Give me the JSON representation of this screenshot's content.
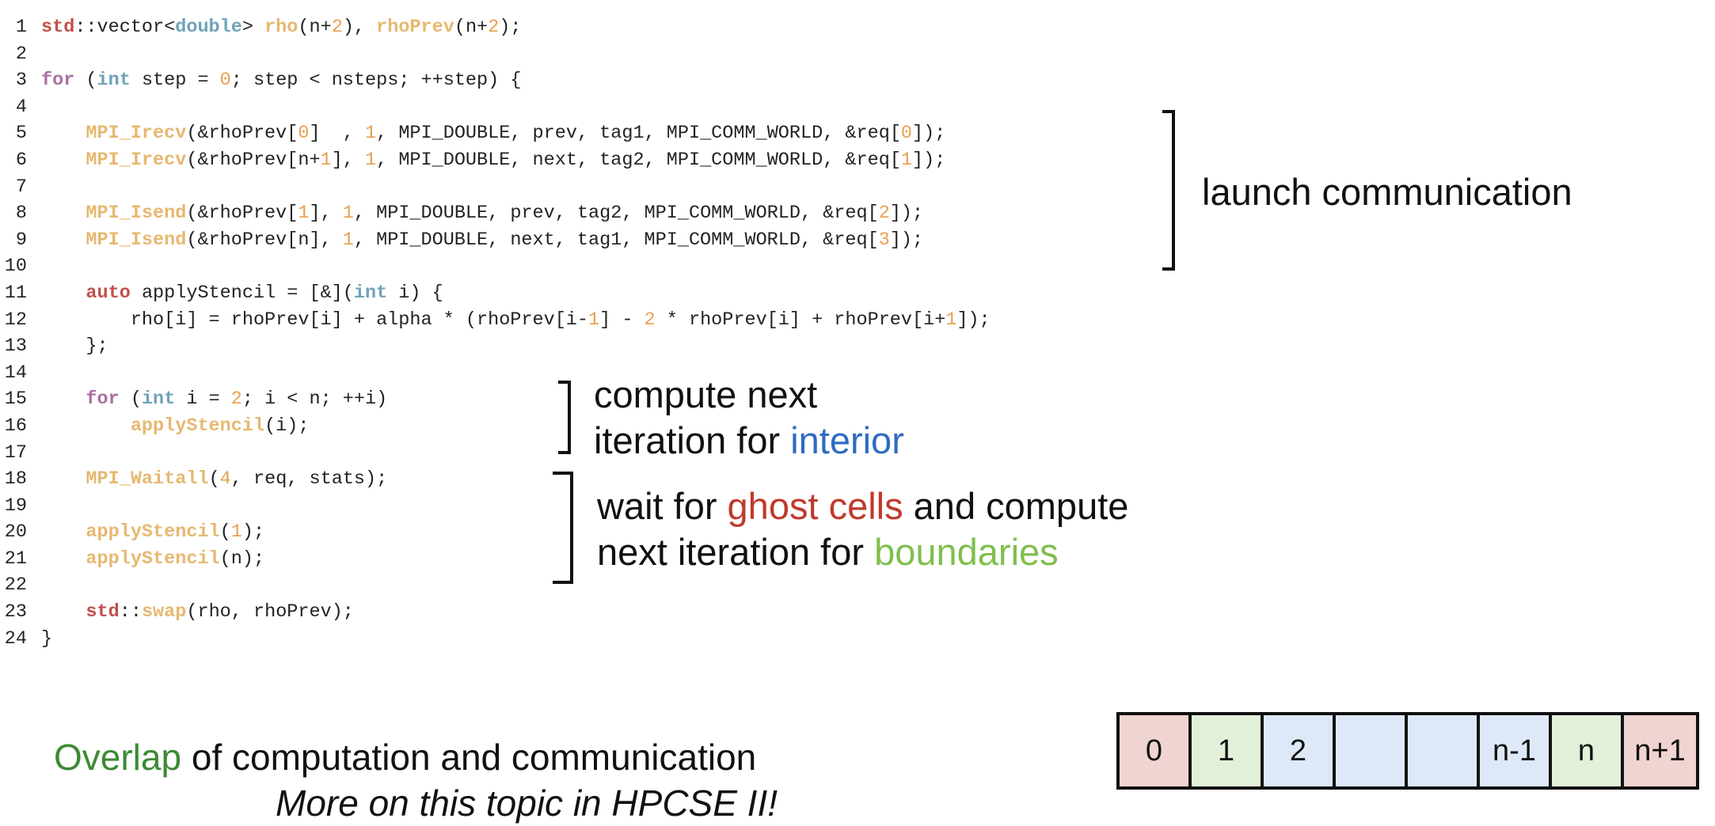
{
  "colors": {
    "type": "#c0504d",
    "builtin_type": "#6fa3b8",
    "keyword": "#a970a3",
    "function": "#e6b870",
    "number": "#e8a04e",
    "text": "#222222",
    "interior": "#2e6bc2",
    "ghost": "#c0392b",
    "boundary": "#7fbf4e",
    "overlap": "#3c8a34",
    "cell_ghost": "#f0d4d1",
    "cell_boundary": "#e3f0d9",
    "cell_interior": "#dde9f8"
  },
  "code_lines": [
    {
      "n": "1",
      "tokens": [
        {
          "t": "std",
          "c": "type"
        },
        {
          "t": "::vector<",
          "c": "text"
        },
        {
          "t": "double",
          "c": "builtin_type"
        },
        {
          "t": "> ",
          "c": "text"
        },
        {
          "t": "rho",
          "c": "function"
        },
        {
          "t": "(n+",
          "c": "text"
        },
        {
          "t": "2",
          "c": "number"
        },
        {
          "t": "), ",
          "c": "text"
        },
        {
          "t": "rhoPrev",
          "c": "function"
        },
        {
          "t": "(n+",
          "c": "text"
        },
        {
          "t": "2",
          "c": "number"
        },
        {
          "t": ");",
          "c": "text"
        }
      ]
    },
    {
      "n": "2",
      "tokens": []
    },
    {
      "n": "3",
      "tokens": [
        {
          "t": "for",
          "c": "keyword"
        },
        {
          "t": " (",
          "c": "text"
        },
        {
          "t": "int",
          "c": "builtin_type"
        },
        {
          "t": " step = ",
          "c": "text"
        },
        {
          "t": "0",
          "c": "number"
        },
        {
          "t": "; step < nsteps; ++step) {",
          "c": "text"
        }
      ]
    },
    {
      "n": "4",
      "tokens": []
    },
    {
      "n": "5",
      "tokens": [
        {
          "t": "    ",
          "c": "text"
        },
        {
          "t": "MPI_Irecv",
          "c": "function"
        },
        {
          "t": "(&rhoPrev[",
          "c": "text"
        },
        {
          "t": "0",
          "c": "number"
        },
        {
          "t": "]  , ",
          "c": "text"
        },
        {
          "t": "1",
          "c": "number"
        },
        {
          "t": ", MPI_DOUBLE, prev, tag1, MPI_COMM_WORLD, &req[",
          "c": "text"
        },
        {
          "t": "0",
          "c": "number"
        },
        {
          "t": "]);",
          "c": "text"
        }
      ]
    },
    {
      "n": "6",
      "tokens": [
        {
          "t": "    ",
          "c": "text"
        },
        {
          "t": "MPI_Irecv",
          "c": "function"
        },
        {
          "t": "(&rhoPrev[n+",
          "c": "text"
        },
        {
          "t": "1",
          "c": "number"
        },
        {
          "t": "], ",
          "c": "text"
        },
        {
          "t": "1",
          "c": "number"
        },
        {
          "t": ", MPI_DOUBLE, next, tag2, MPI_COMM_WORLD, &req[",
          "c": "text"
        },
        {
          "t": "1",
          "c": "number"
        },
        {
          "t": "]);",
          "c": "text"
        }
      ]
    },
    {
      "n": "7",
      "tokens": []
    },
    {
      "n": "8",
      "tokens": [
        {
          "t": "    ",
          "c": "text"
        },
        {
          "t": "MPI_Isend",
          "c": "function"
        },
        {
          "t": "(&rhoPrev[",
          "c": "text"
        },
        {
          "t": "1",
          "c": "number"
        },
        {
          "t": "], ",
          "c": "text"
        },
        {
          "t": "1",
          "c": "number"
        },
        {
          "t": ", MPI_DOUBLE, prev, tag2, MPI_COMM_WORLD, &req[",
          "c": "text"
        },
        {
          "t": "2",
          "c": "number"
        },
        {
          "t": "]);",
          "c": "text"
        }
      ]
    },
    {
      "n": "9",
      "tokens": [
        {
          "t": "    ",
          "c": "text"
        },
        {
          "t": "MPI_Isend",
          "c": "function"
        },
        {
          "t": "(&rhoPrev[n], ",
          "c": "text"
        },
        {
          "t": "1",
          "c": "number"
        },
        {
          "t": ", MPI_DOUBLE, next, tag1, MPI_COMM_WORLD, &req[",
          "c": "text"
        },
        {
          "t": "3",
          "c": "number"
        },
        {
          "t": "]);",
          "c": "text"
        }
      ]
    },
    {
      "n": "10",
      "tokens": []
    },
    {
      "n": "11",
      "tokens": [
        {
          "t": "    ",
          "c": "text"
        },
        {
          "t": "auto",
          "c": "type"
        },
        {
          "t": " applyStencil = [&](",
          "c": "text"
        },
        {
          "t": "int",
          "c": "builtin_type"
        },
        {
          "t": " i) {",
          "c": "text"
        }
      ]
    },
    {
      "n": "12",
      "tokens": [
        {
          "t": "        rho[i] = rhoPrev[i] + alpha * (rhoPrev[i-",
          "c": "text"
        },
        {
          "t": "1",
          "c": "number"
        },
        {
          "t": "] - ",
          "c": "text"
        },
        {
          "t": "2",
          "c": "number"
        },
        {
          "t": " * rhoPrev[i] + rhoPrev[i+",
          "c": "text"
        },
        {
          "t": "1",
          "c": "number"
        },
        {
          "t": "]);",
          "c": "text"
        }
      ]
    },
    {
      "n": "13",
      "tokens": [
        {
          "t": "    };",
          "c": "text"
        }
      ]
    },
    {
      "n": "14",
      "tokens": []
    },
    {
      "n": "15",
      "tokens": [
        {
          "t": "    ",
          "c": "text"
        },
        {
          "t": "for",
          "c": "keyword"
        },
        {
          "t": " (",
          "c": "text"
        },
        {
          "t": "int",
          "c": "builtin_type"
        },
        {
          "t": " i = ",
          "c": "text"
        },
        {
          "t": "2",
          "c": "number"
        },
        {
          "t": "; i < n; ++i)",
          "c": "text"
        }
      ]
    },
    {
      "n": "16",
      "tokens": [
        {
          "t": "        ",
          "c": "text"
        },
        {
          "t": "applyStencil",
          "c": "function"
        },
        {
          "t": "(i);",
          "c": "text"
        }
      ]
    },
    {
      "n": "17",
      "tokens": []
    },
    {
      "n": "18",
      "tokens": [
        {
          "t": "    ",
          "c": "text"
        },
        {
          "t": "MPI_Waitall",
          "c": "function"
        },
        {
          "t": "(",
          "c": "text"
        },
        {
          "t": "4",
          "c": "number"
        },
        {
          "t": ", req, stats);",
          "c": "text"
        }
      ]
    },
    {
      "n": "19",
      "tokens": []
    },
    {
      "n": "20",
      "tokens": [
        {
          "t": "    ",
          "c": "text"
        },
        {
          "t": "applyStencil",
          "c": "function"
        },
        {
          "t": "(",
          "c": "text"
        },
        {
          "t": "1",
          "c": "number"
        },
        {
          "t": ");",
          "c": "text"
        }
      ]
    },
    {
      "n": "21",
      "tokens": [
        {
          "t": "    ",
          "c": "text"
        },
        {
          "t": "applyStencil",
          "c": "function"
        },
        {
          "t": "(n);",
          "c": "text"
        }
      ]
    },
    {
      "n": "22",
      "tokens": []
    },
    {
      "n": "23",
      "tokens": [
        {
          "t": "    ",
          "c": "text"
        },
        {
          "t": "std",
          "c": "type"
        },
        {
          "t": "::",
          "c": "text"
        },
        {
          "t": "swap",
          "c": "function"
        },
        {
          "t": "(rho, rhoPrev);",
          "c": "text"
        }
      ]
    },
    {
      "n": "24",
      "tokens": [
        {
          "t": "}",
          "c": "text"
        }
      ]
    }
  ],
  "annotations": {
    "launch": "launch communication",
    "compute_line1": "compute next",
    "compute_line2_prefix": "iteration for ",
    "compute_line2_highlight": "interior",
    "wait_line1_prefix": "wait for ",
    "wait_line1_highlight": "ghost cells",
    "wait_line1_suffix": " and compute",
    "wait_line2_prefix": "next iteration for ",
    "wait_line2_highlight": "boundaries"
  },
  "footer": {
    "overlap_highlight": "Overlap",
    "overlap_rest": " of computation and communication",
    "more": "More on this topic in HPCSE II!"
  },
  "array_cells": [
    {
      "label": "0",
      "kind": "cell_ghost"
    },
    {
      "label": "1",
      "kind": "cell_boundary"
    },
    {
      "label": "2",
      "kind": "cell_interior"
    },
    {
      "label": "",
      "kind": "cell_interior"
    },
    {
      "label": "",
      "kind": "cell_interior"
    },
    {
      "label": "n-1",
      "kind": "cell_interior"
    },
    {
      "label": "n",
      "kind": "cell_boundary"
    },
    {
      "label": "n+1",
      "kind": "cell_ghost"
    }
  ]
}
